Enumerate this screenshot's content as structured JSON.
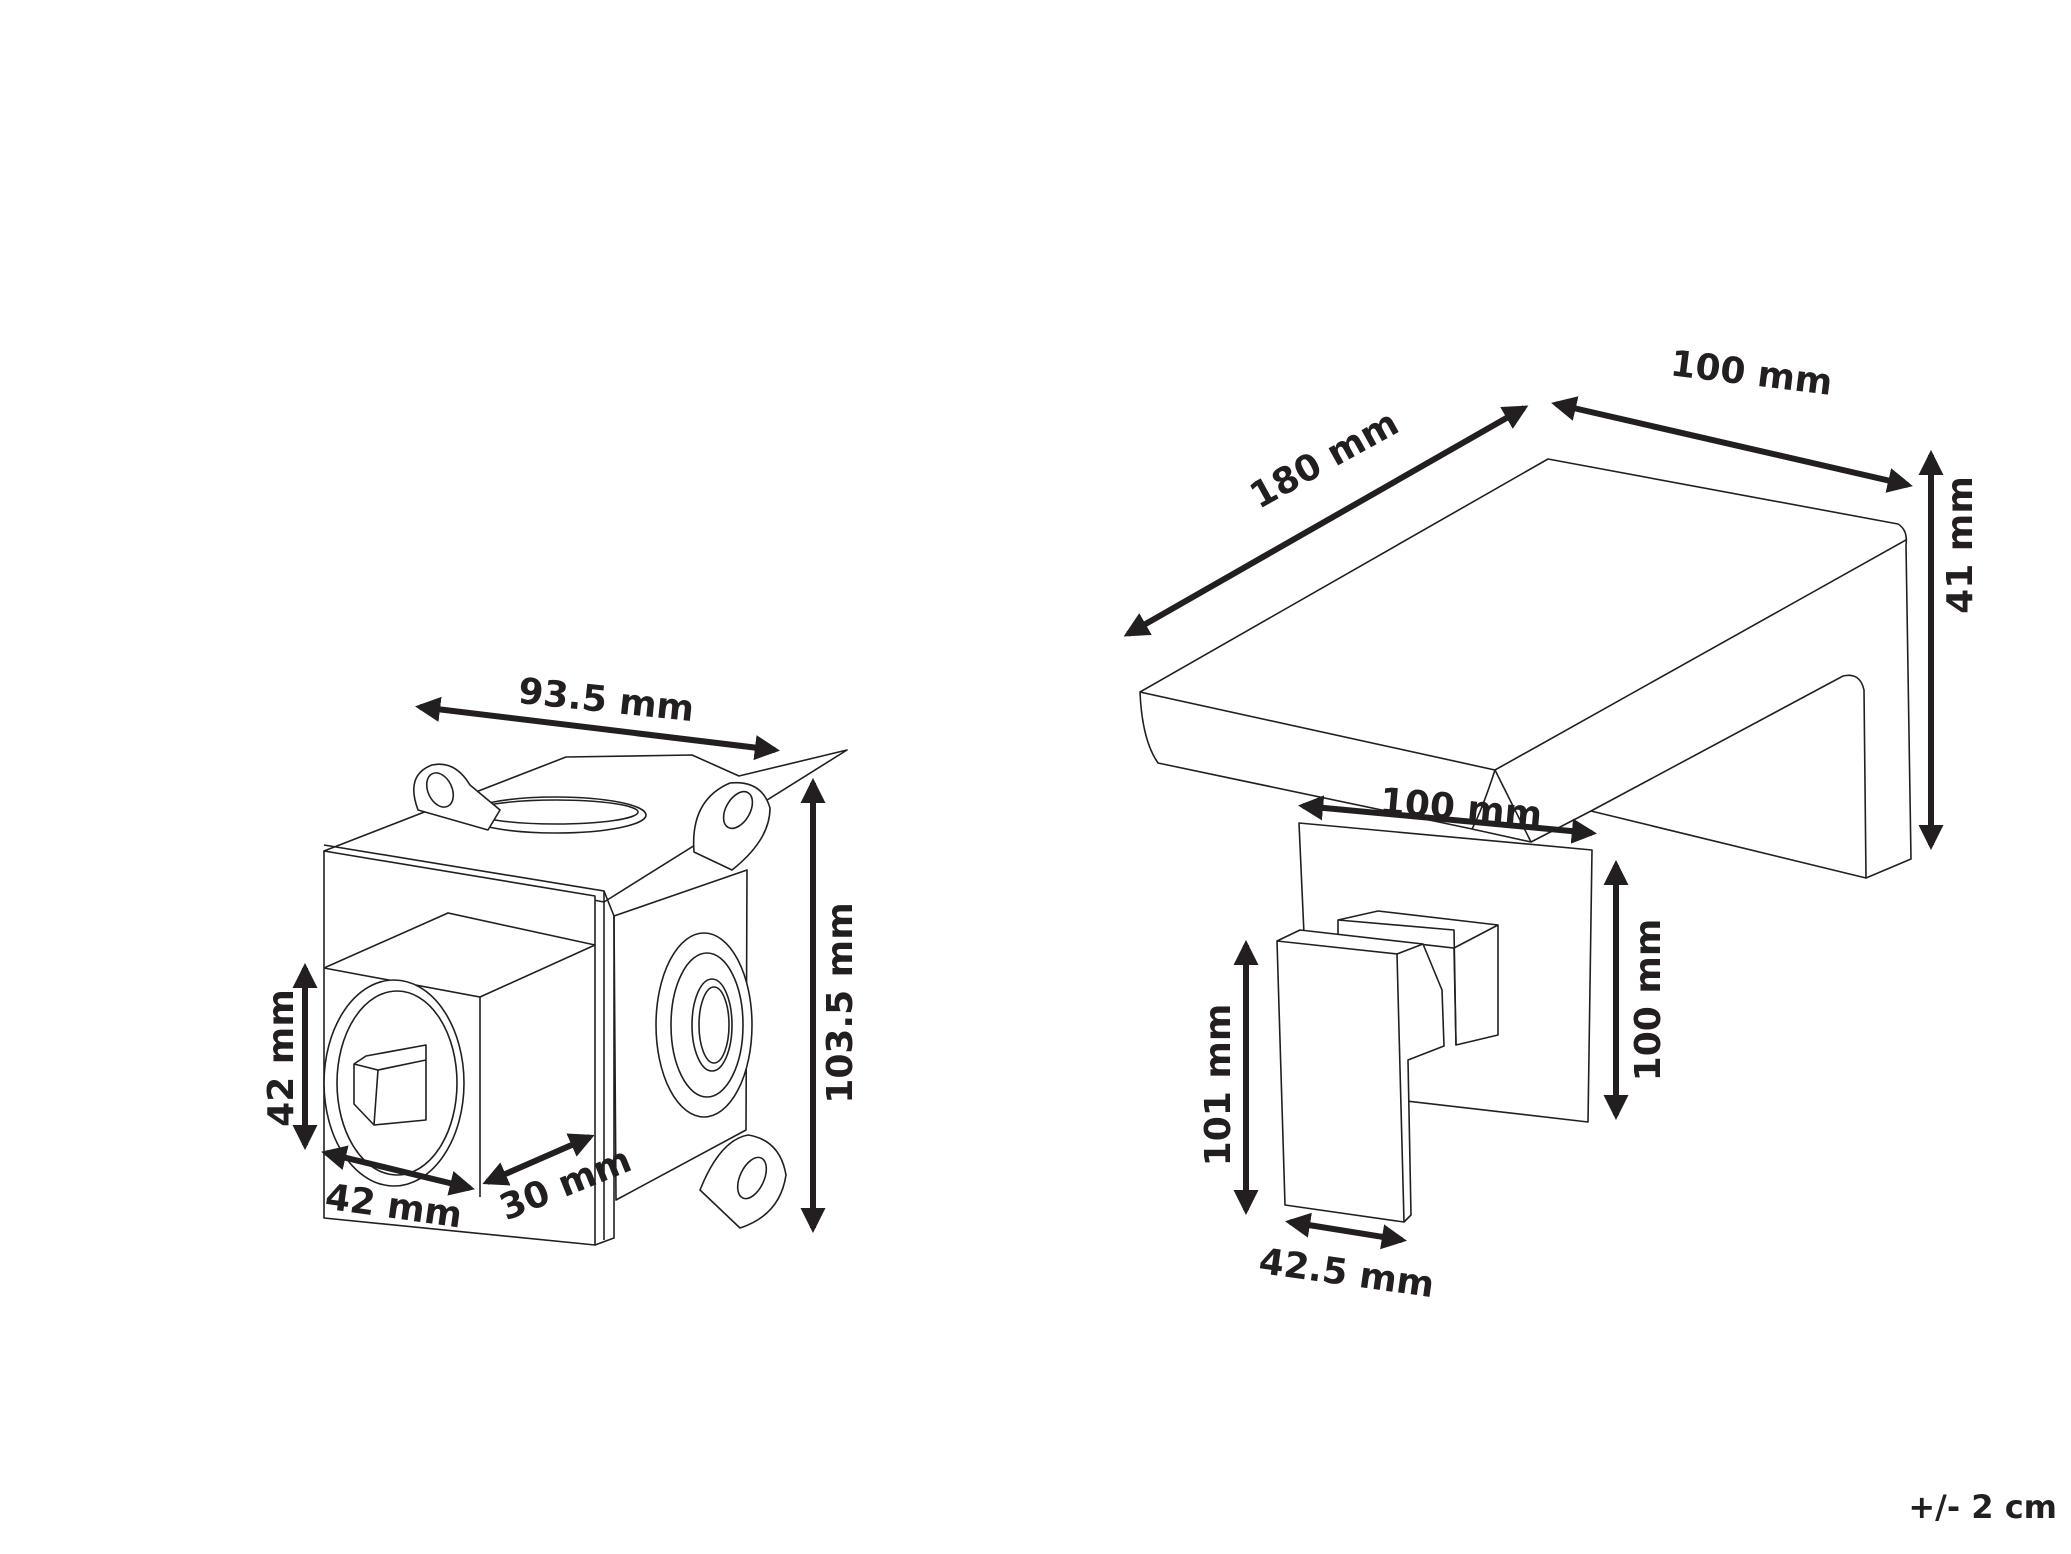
{
  "diagram": {
    "spout": {
      "length_label": "180 mm",
      "width_label": "100 mm",
      "height_label": "41 mm"
    },
    "mixing_box": {
      "width_label": "93.5 mm",
      "height_label": "103.5 mm",
      "knob_height_label": "42 mm",
      "knob_width_label": "42 mm",
      "knob_depth_label": "30 mm"
    },
    "mixer": {
      "plate_width_label": "100 mm",
      "plate_height_label": "100 mm",
      "handle_height_label": "101 mm",
      "handle_width_label": "42.5 mm"
    },
    "tolerance": "+/- 2 cm",
    "colors": {
      "line": "#231f20",
      "background": "#ffffff"
    }
  }
}
